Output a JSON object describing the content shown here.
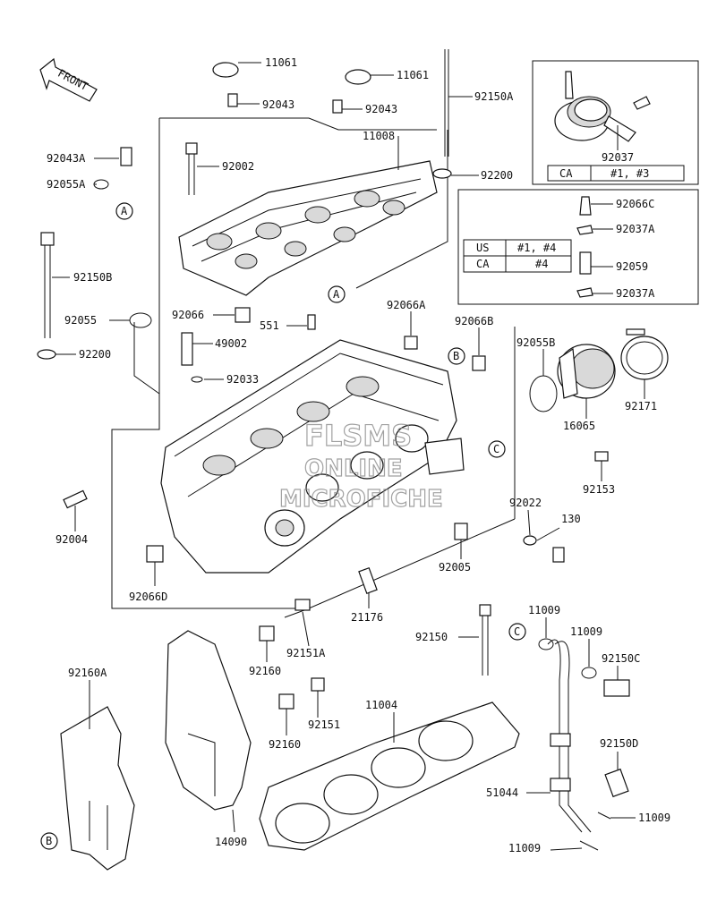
{
  "front_label": "FRONT",
  "watermark": [
    "FLSMS",
    "ONLINE",
    "MICROFICHE"
  ],
  "callout_letters": {
    "a": "A",
    "b": "B",
    "c": "C"
  },
  "parts": {
    "p11061a": "11061",
    "p11061b": "11061",
    "p92043a": "92043",
    "p92043b": "92043",
    "p92150A": "92150A",
    "p11008": "11008",
    "p92043A": "92043A",
    "p92055A": "92055A",
    "p92002": "92002",
    "p92200a": "92200",
    "p92150B": "92150B",
    "p92055": "92055",
    "p92066": "92066",
    "p551": "551",
    "p92066A": "92066A",
    "p92066B": "92066B",
    "p49002": "49002",
    "p92200b": "92200",
    "p92033": "92033",
    "p92055B": "92055B",
    "p92037": "92037",
    "p92066C": "92066C",
    "p92037Aa": "92037A",
    "p92059": "92059",
    "p92037Ab": "92037A",
    "p16065": "16065",
    "p92171": "92171",
    "p92153": "92153",
    "p92022": "92022",
    "p130": "130",
    "p92004": "92004",
    "p92005": "92005",
    "p92066D": "92066D",
    "p21176": "21176",
    "p92151A": "92151A",
    "p92160a": "92160",
    "p92150": "92150",
    "p11009a": "11009",
    "p11009b": "11009",
    "p92150C": "92150C",
    "p92160A": "92160A",
    "p92151": "92151",
    "p11004": "11004",
    "p92160b": "92160",
    "p92150D": "92150D",
    "p51044": "51044",
    "p11009c": "11009",
    "p14090": "14090",
    "p11009d": "11009"
  },
  "table_top": {
    "rows": [
      [
        "CA",
        "#1, #3"
      ]
    ]
  },
  "table_mid": {
    "rows": [
      [
        "US",
        "#1, #4"
      ],
      [
        "CA",
        "#4"
      ]
    ]
  }
}
